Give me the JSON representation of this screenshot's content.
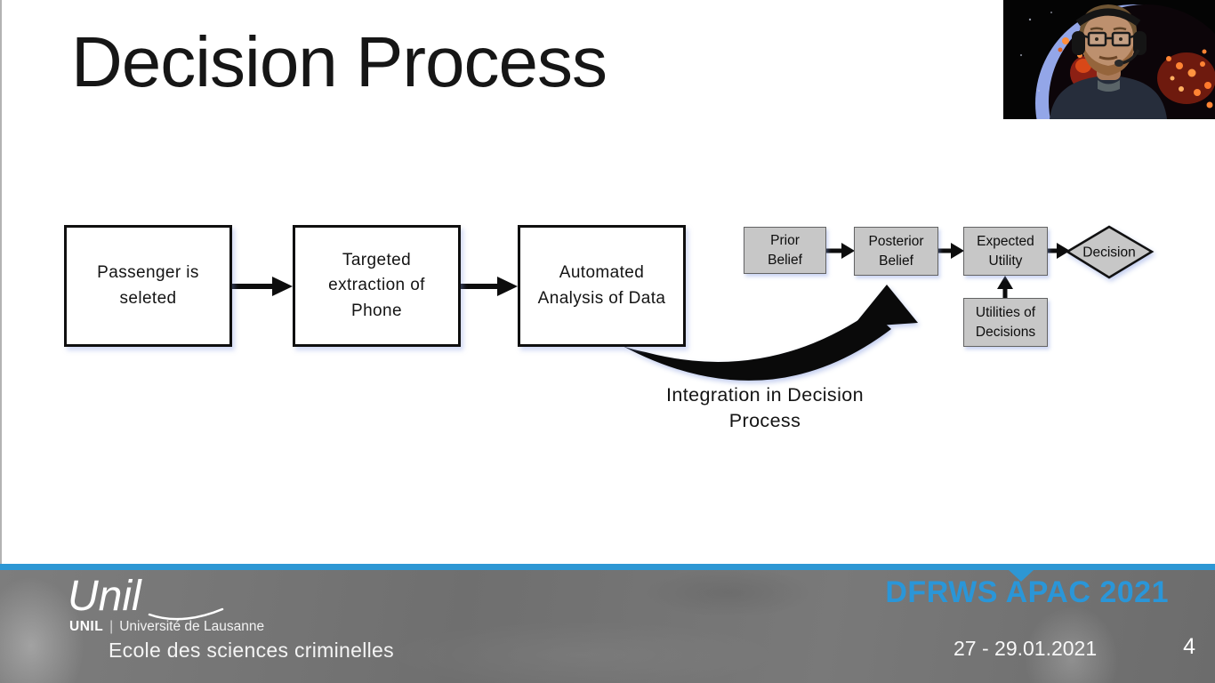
{
  "title": "Decision Process",
  "flowchart": {
    "main_boxes": [
      {
        "label": "Passenger is\nseleted"
      },
      {
        "label": "Targeted\nextraction of\nPhone"
      },
      {
        "label": "Automated\nAnalysis of Data"
      }
    ],
    "belief_boxes": [
      {
        "label": "Prior\nBelief"
      },
      {
        "label": "Posterior\nBelief"
      },
      {
        "label": "Expected\nUtility"
      }
    ],
    "utilities_box": {
      "label": "Utilities of\nDecisions"
    },
    "decision_label": "Decision",
    "integration_label": "Integration in Decision\nProcess"
  },
  "footer": {
    "logo_script": "Unil",
    "logo_acronym": "UNIL",
    "logo_separator": "|",
    "university": "Université de Lausanne",
    "school": "Ecole des sciences criminelles",
    "conference": "DFRWS APAC 2021",
    "dates": "27 - 29.01.2021",
    "page_number": "4"
  },
  "colors": {
    "accent_blue": "#2d97d4",
    "conference_blue": "#2a96d8",
    "box_gray_fill": "#c7c7c7",
    "box_gray_border": "#636363",
    "footer_gray": "#757575"
  }
}
